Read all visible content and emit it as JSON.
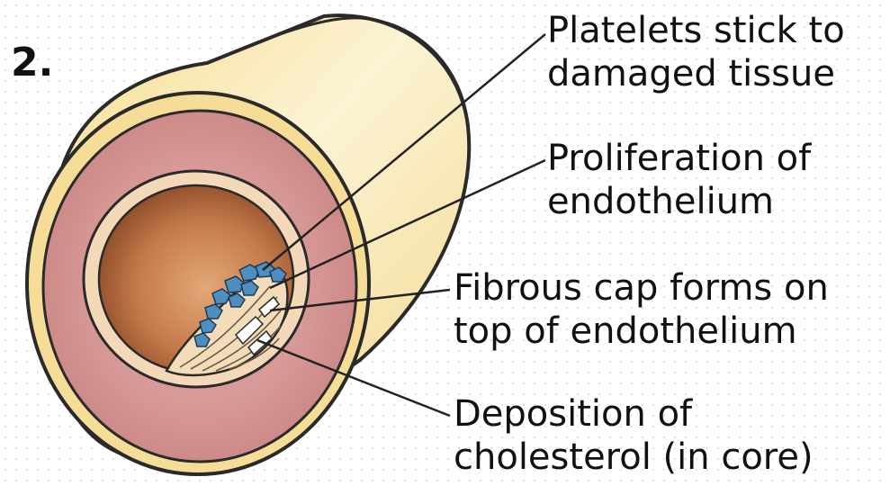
{
  "step_number": "2.",
  "labels": {
    "platelets": {
      "line1": "Platelets stick to",
      "line2": "damaged tissue"
    },
    "proliferation": {
      "line1": "Proliferation of",
      "line2": "endothelium"
    },
    "fibrous_cap": {
      "line1": "Fibrous cap forms on",
      "line2": "top of endothelium"
    },
    "cholesterol": {
      "line1": "Deposition of",
      "line2": "cholesterol (in core)"
    }
  },
  "colors": {
    "outer_wall": "#f8e4a2",
    "outer_wall_highlight": "#fcf3d4",
    "media_layer": "#d49392",
    "lumen": "#c47a4a",
    "lumen_dark": "#8a4a28",
    "platelets": "#4f8fbf",
    "outline": "#2a2a2a"
  }
}
